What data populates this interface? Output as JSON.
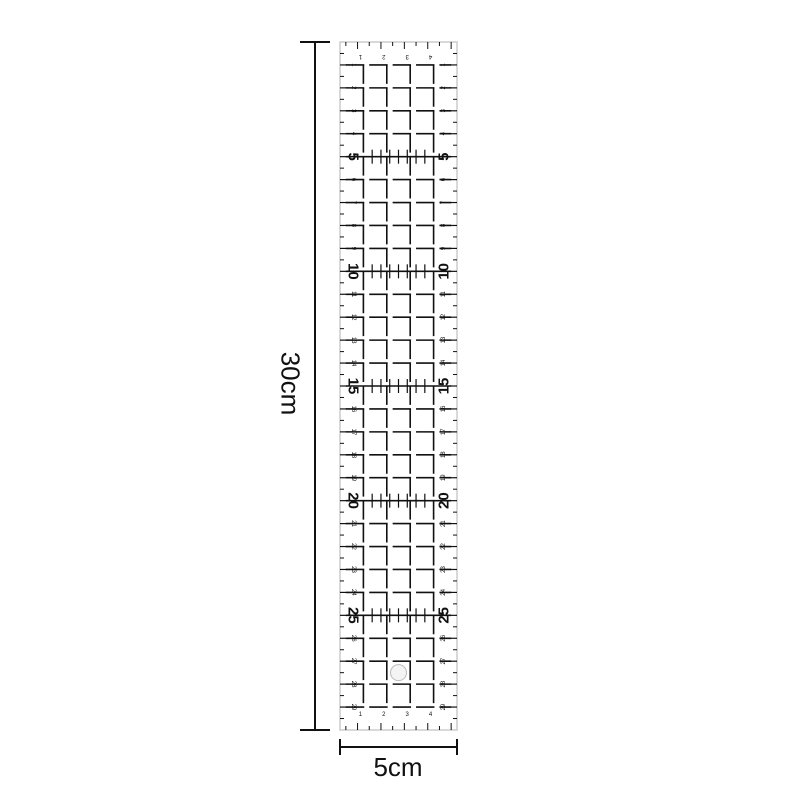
{
  "product": {
    "length_cm": 30,
    "width_cm": 5,
    "length_label": "30cm",
    "width_label": "5cm",
    "colors": {
      "ruler_border": "#cccccc",
      "markings": "#111111",
      "background": "#ffffff"
    },
    "side_numbers": [
      1,
      2,
      3,
      4,
      5,
      6,
      7,
      8,
      9,
      10,
      11,
      12,
      13,
      14,
      15,
      16,
      17,
      18,
      19,
      20,
      21,
      22,
      23,
      24,
      25,
      26,
      27,
      28,
      29
    ],
    "major_numbers": [
      5,
      10,
      15,
      20,
      25
    ],
    "width_numbers": [
      1,
      2,
      3,
      4
    ]
  }
}
